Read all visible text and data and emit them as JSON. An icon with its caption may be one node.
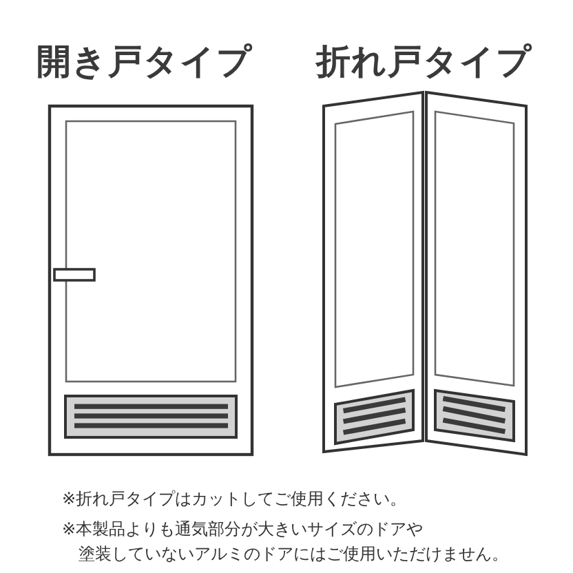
{
  "diagram": {
    "labels": [
      "開き戸タイプ",
      "折れ戸タイプ",
      "※折れ戸タイプはカットしてご使用ください。",
      "※本製品よりも通気部分が大きいサイズのドアや塗装していないアルミのドアにはご使用いただけません。"
    ]
  }
}
